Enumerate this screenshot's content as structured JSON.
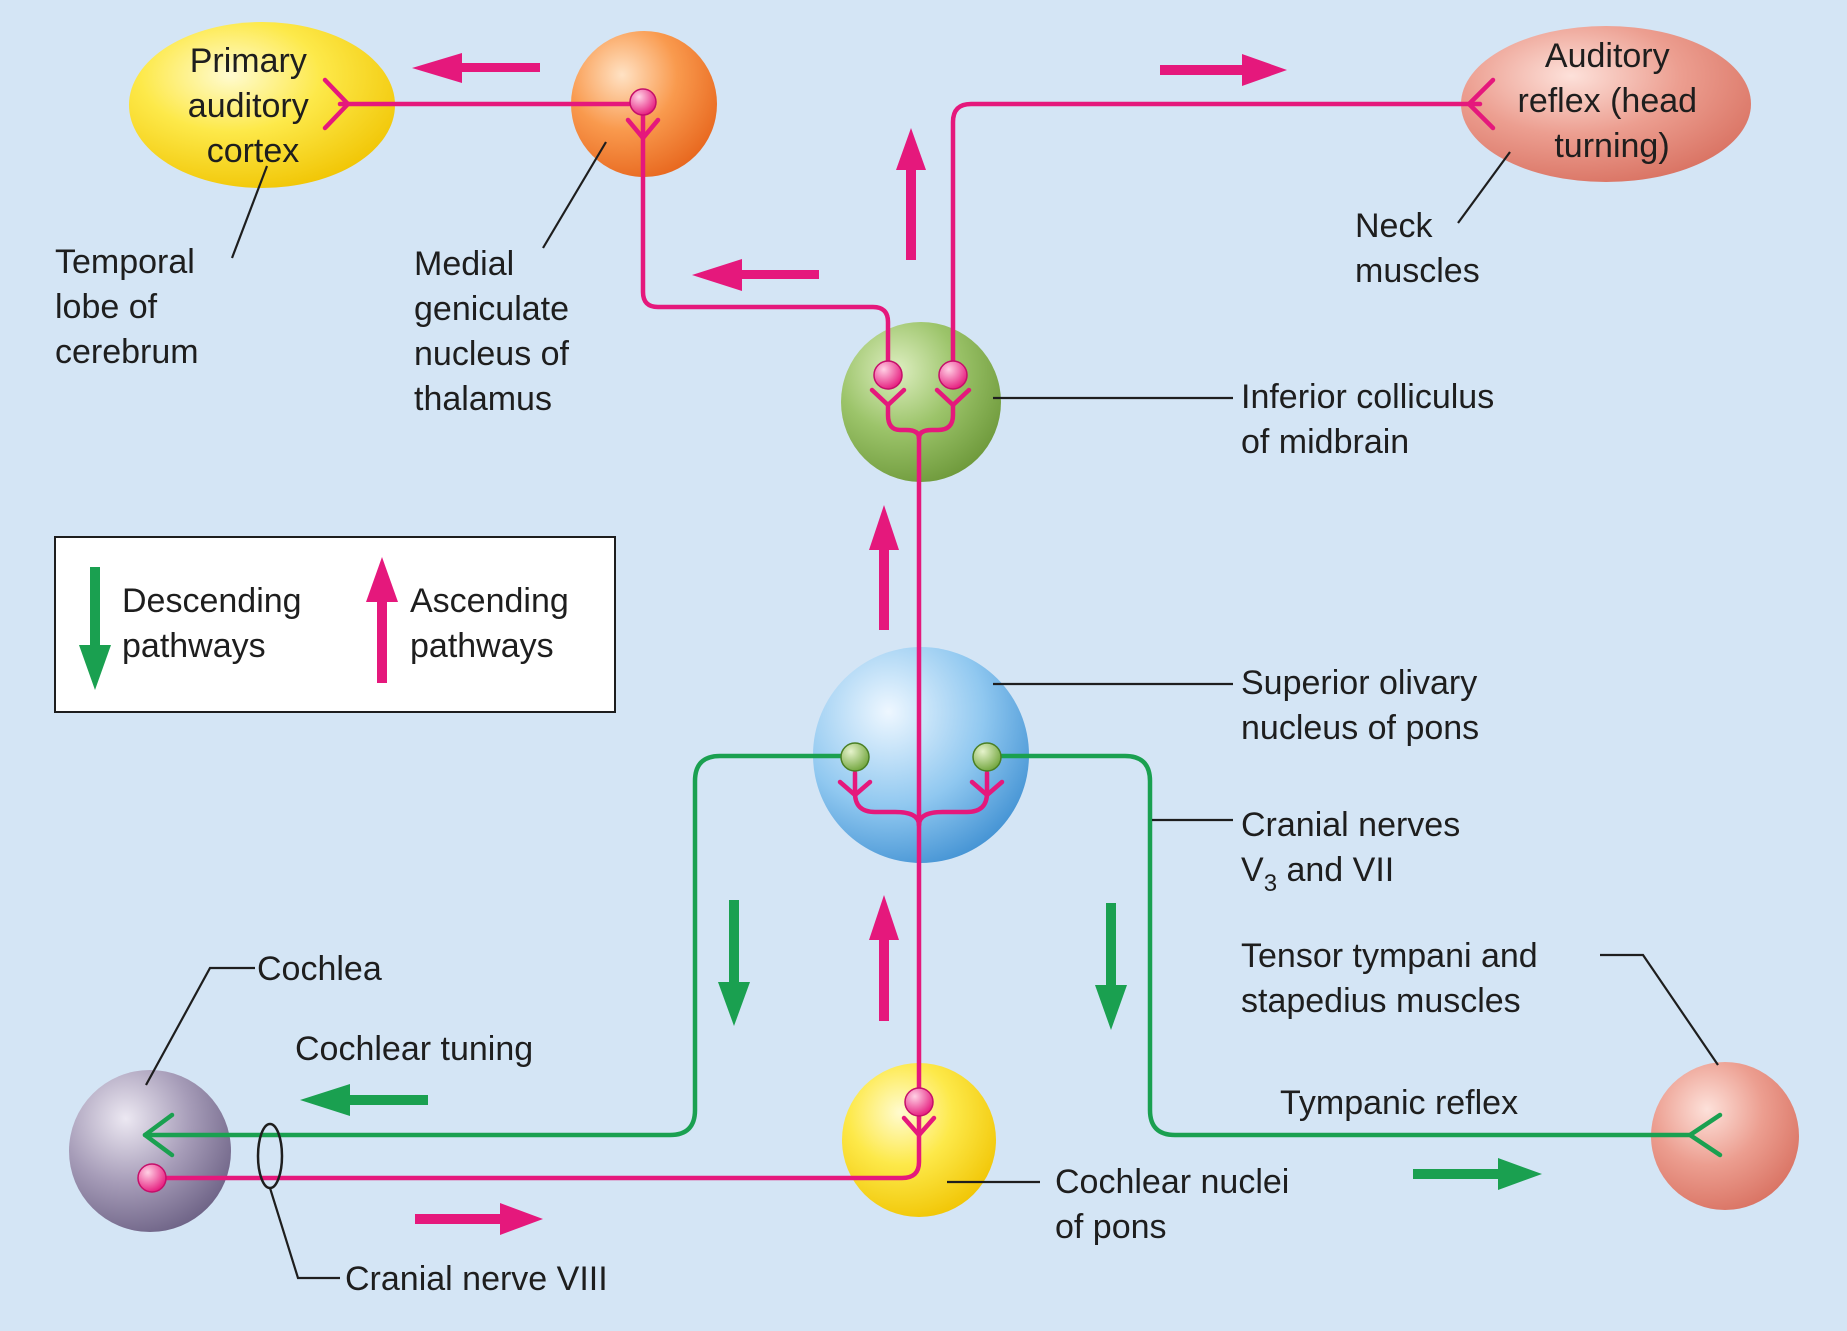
{
  "labels": {
    "primary_cortex": [
      "Primary",
      "auditory",
      "cortex"
    ],
    "temporal_lobe": [
      "Temporal",
      "lobe of",
      "cerebrum"
    ],
    "medial_geniculate": [
      "Medial",
      "geniculate",
      "nucleus of",
      "thalamus"
    ],
    "auditory_reflex": [
      "Auditory",
      "reflex (head",
      "turning)"
    ],
    "neck_muscles": [
      "Neck",
      "muscles"
    ],
    "inferior_colliculus": [
      "Inferior colliculus",
      "of midbrain"
    ],
    "superior_olivary": [
      "Superior olivary",
      "nucleus of pons"
    ],
    "cranial_v3_vii": {
      "prefix": "Cranial nerves",
      "v": "V",
      "sub": "3",
      "suffix": " and VII"
    },
    "tensor_tympani": [
      "Tensor tympani and",
      "stapedius muscles"
    ],
    "cochlea": "Cochlea",
    "cochlear_tuning": "Cochlear tuning",
    "tympanic_reflex": "Tympanic reflex",
    "cochlear_nuclei": [
      "Cochlear nuclei",
      "of pons"
    ],
    "cranial_viii": "Cranial nerve VIII"
  },
  "legend": {
    "descending": [
      "Descending",
      "pathways"
    ],
    "ascending": [
      "Ascending",
      "pathways"
    ]
  },
  "colors": {
    "background": "#d4e5f5",
    "ascending": "#e5187c",
    "descending": "#1aa050"
  }
}
